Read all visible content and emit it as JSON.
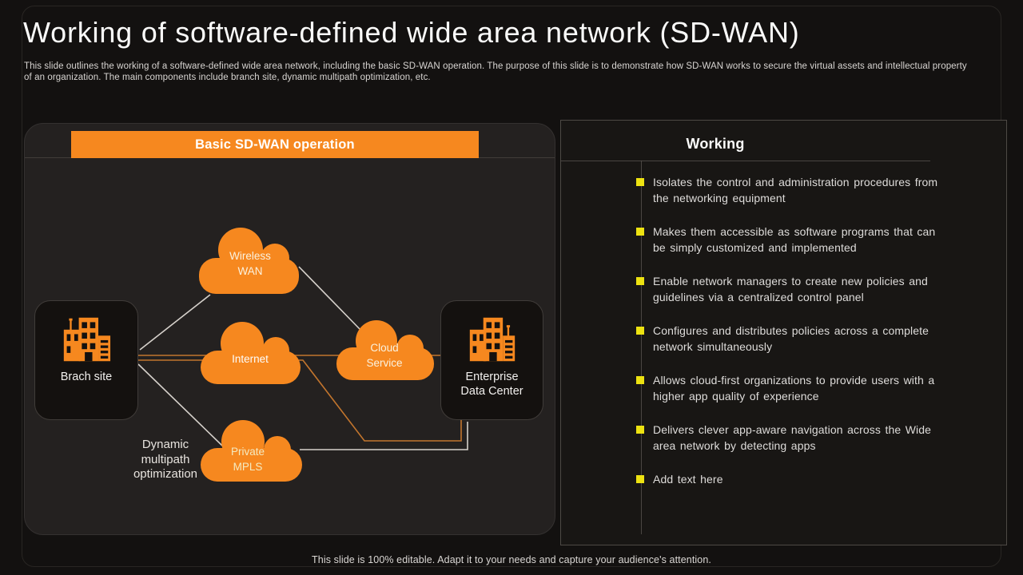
{
  "slide": {
    "title": "Working of software-defined wide area network (SD-WAN)",
    "subtitle_line1": "This slide outlines the working of a software-defined wide area network, including the basic SD-WAN operation. The purpose of this slide is to demonstrate how SD-WAN works to secure the virtual assets and intellectual property",
    "subtitle_line2": "of an organization. The main components include branch site, dynamic multipath optimization, etc.",
    "footer": "This slide is 100% editable. Adapt it to your needs and capture your audience's attention."
  },
  "diagram": {
    "banner": "Basic SD-WAN operation",
    "nodes": {
      "branch": {
        "label": "Brach site"
      },
      "enterprise": {
        "line1": "Enterprise",
        "line2": "Data Center"
      },
      "wireless_wan": {
        "line1": "Wireless",
        "line2": "WAN"
      },
      "internet": {
        "label": "Internet"
      },
      "cloud_service": {
        "line1": "Cloud",
        "line2": "Service"
      },
      "private_mpls": {
        "line1": "Private",
        "line2": "MPLS"
      }
    },
    "annotation": {
      "line1": "Dynamic",
      "line2": "multipath",
      "line3": "optimization"
    }
  },
  "working": {
    "heading": "Working",
    "bullets": [
      {
        "line1": "Isolates the control and administration procedures from",
        "line2": "the networking equipment"
      },
      {
        "line1": "Makes them accessible as software programs that can",
        "line2": "be simply customized and implemented"
      },
      {
        "line1": "Enable network managers to create new policies and",
        "line2": "guidelines via a centralized control panel"
      },
      {
        "line1": "Configures and distributes policies across a complete",
        "line2": "network simultaneously"
      },
      {
        "line1": "Allows cloud-first organizations to provide users with a",
        "line2": "higher app quality of experience"
      },
      {
        "line1": "Delivers clever app-aware navigation across the Wide",
        "line2": "area network by detecting apps"
      },
      {
        "line1": "Add text here",
        "line2": ""
      }
    ]
  },
  "colors": {
    "accent_orange": "#F6881F",
    "bullet_yellow": "#EDE211",
    "connector_white": "#D6D1CB",
    "connector_orange": "#C2752D",
    "panel_bg": "#242120",
    "slide_bg": "#131110"
  }
}
